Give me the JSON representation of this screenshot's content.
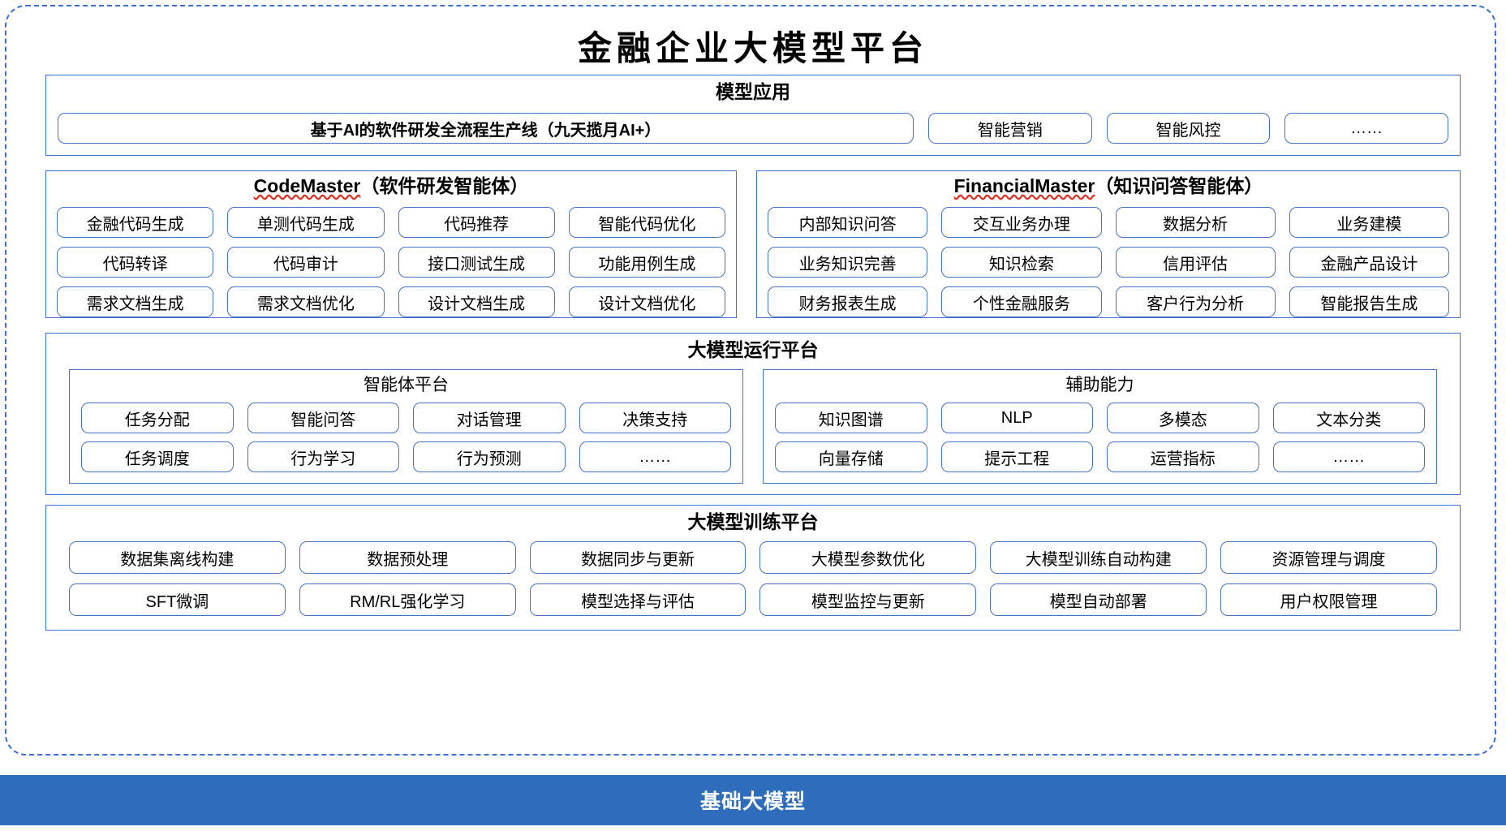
{
  "title": "金融企业大模型平台",
  "colors": {
    "frame_dash": "#3A6FD8",
    "chip_border": "#4472C4",
    "base_bar": "#2E6DBC",
    "spellcheck_underline": "#E03020"
  },
  "layers": {
    "application": {
      "title": "模型应用",
      "main_item": "基于AI的软件研发全流程生产线（九天揽月AI+）",
      "items": [
        "智能营销",
        "智能风控",
        "……"
      ]
    },
    "agents": [
      {
        "name_en": "CodeMaster",
        "name_cn": "（软件研发智能体）",
        "spellchecked": true,
        "rows": [
          [
            "金融代码生成",
            "单测代码生成",
            "代码推荐",
            "智能代码优化"
          ],
          [
            "代码转译",
            "代码审计",
            "接口测试生成",
            "功能用例生成"
          ],
          [
            "需求文档生成",
            "需求文档优化",
            "设计文档生成",
            "设计文档优化"
          ]
        ]
      },
      {
        "name_en": "FinancialMaster",
        "name_cn": "（知识问答智能体）",
        "spellchecked": true,
        "rows": [
          [
            "内部知识问答",
            "交互业务办理",
            "数据分析",
            "业务建模"
          ],
          [
            "业务知识完善",
            "知识检索",
            "信用评估",
            "金融产品设计"
          ],
          [
            "财务报表生成",
            "个性金融服务",
            "客户行为分析",
            "智能报告生成"
          ]
        ]
      }
    ],
    "runtime": {
      "title": "大模型运行平台",
      "subpanels": [
        {
          "title": "智能体平台",
          "rows": [
            [
              "任务分配",
              "智能问答",
              "对话管理",
              "决策支持"
            ],
            [
              "任务调度",
              "行为学习",
              "行为预测",
              "……"
            ]
          ]
        },
        {
          "title": "辅助能力",
          "rows": [
            [
              "知识图谱",
              "NLP",
              "多模态",
              "文本分类"
            ],
            [
              "向量存储",
              "提示工程",
              "运营指标",
              "……"
            ]
          ]
        }
      ]
    },
    "training": {
      "title": "大模型训练平台",
      "rows": [
        [
          "数据集离线构建",
          "数据预处理",
          "数据同步与更新",
          "大模型参数优化",
          "大模型训练自动构建",
          "资源管理与调度"
        ],
        [
          "SFT微调",
          "RM/RL强化学习",
          "模型选择与评估",
          "模型监控与更新",
          "模型自动部署",
          "用户权限管理"
        ]
      ]
    },
    "base": {
      "label": "基础大模型"
    }
  }
}
